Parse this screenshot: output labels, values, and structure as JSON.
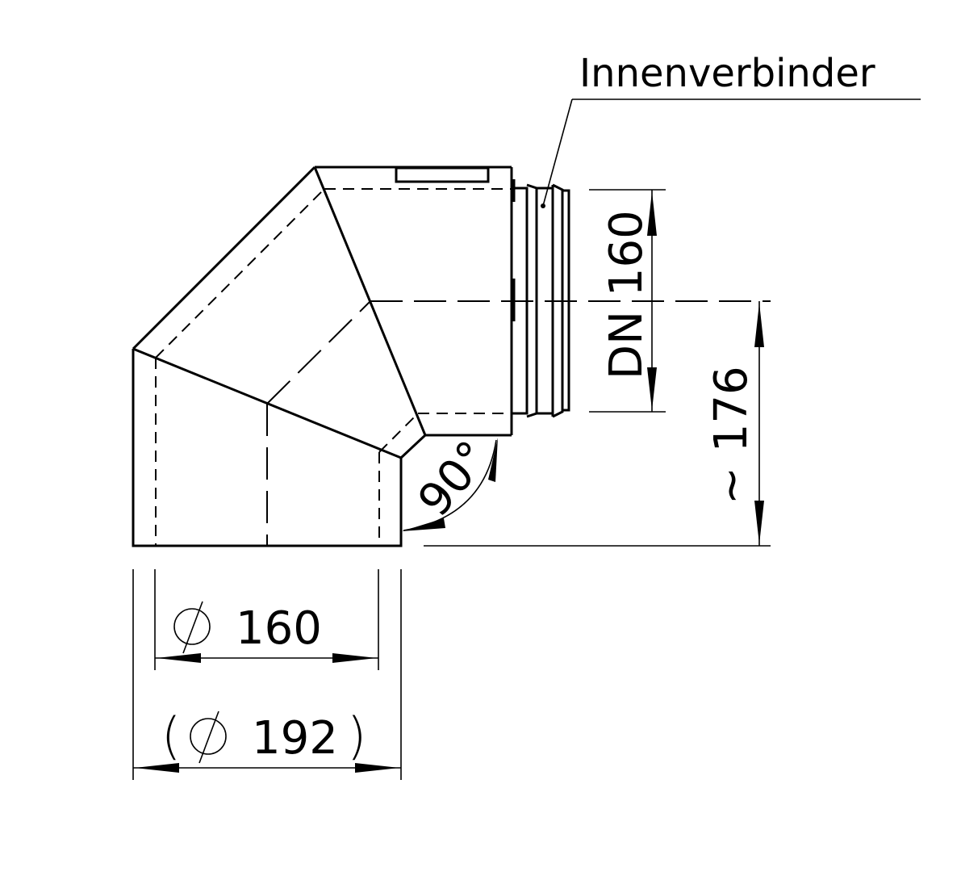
{
  "drawing": {
    "type": "technical-drawing",
    "subject": "90° elbow pipe fitting",
    "labels": {
      "connector": "Innenverbinder",
      "nominal_diameter": "DN 160",
      "height": "~ 176",
      "angle": "90°",
      "inner_diameter_symbol": "Ø",
      "inner_diameter": "160",
      "outer_diameter_symbol": "Ø",
      "outer_diameter": "192",
      "outer_paren_open": "(",
      "outer_paren_close": ")"
    },
    "dimensions": {
      "DN": 160,
      "height_approx": 176,
      "angle_deg": 90,
      "inner_diameter": 160,
      "outer_diameter": 192
    },
    "colors": {
      "line": "#000000",
      "background": "#ffffff"
    }
  }
}
